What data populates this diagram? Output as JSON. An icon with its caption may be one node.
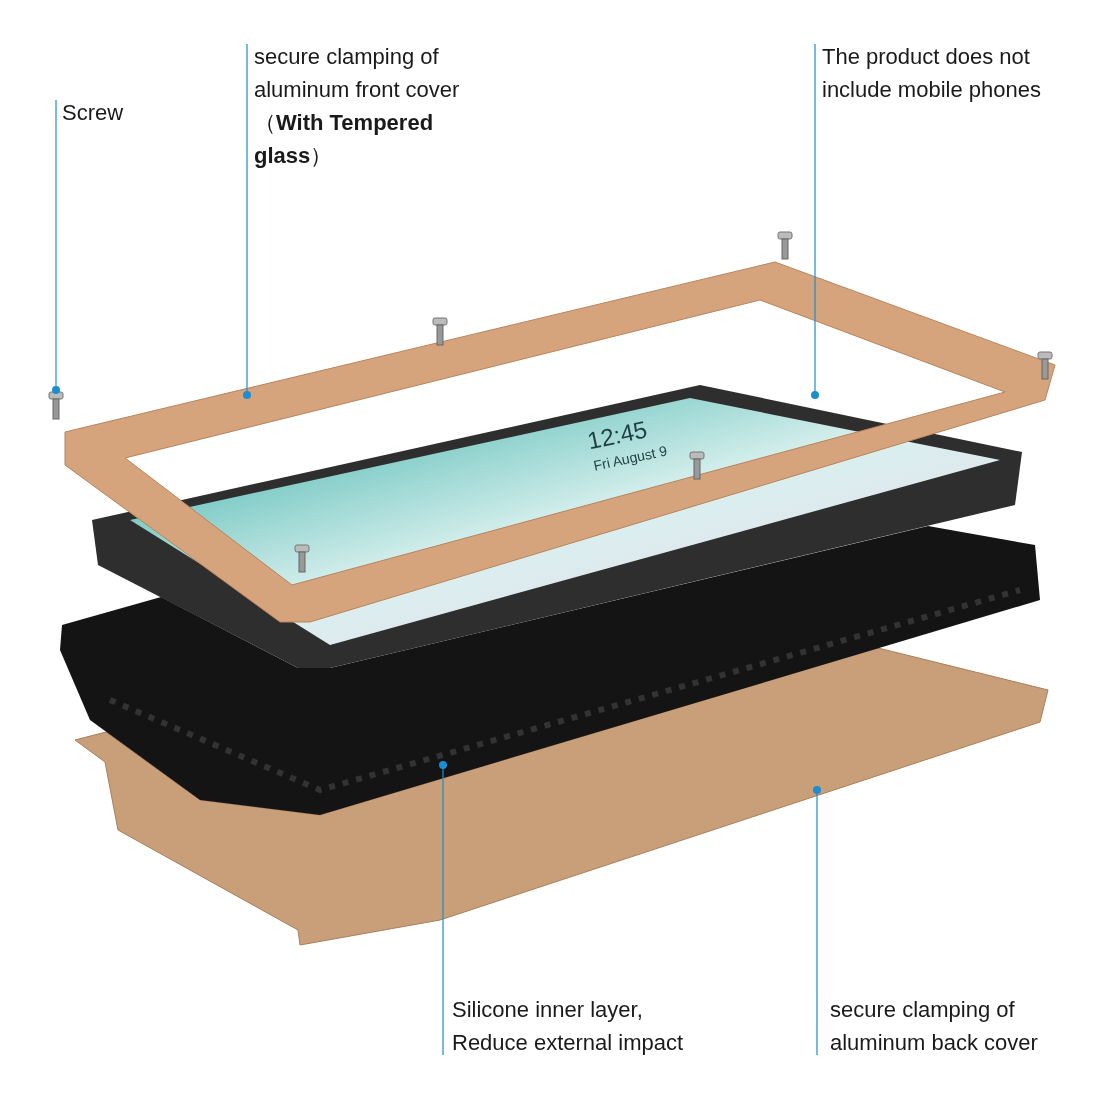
{
  "diagram": {
    "nodes": [
      {
        "text": [
          "Screw"
        ]
      },
      {
        "text": [
          "secure clamping of aluminum front cover （**With Tempered glass**）"
        ]
      },
      {
        "text": [
          "The product does not include mobile phones"
        ]
      },
      {
        "text": [
          "Silicone inner layer, Reduce external impact"
        ]
      },
      {
        "text": [
          "secure clamping of aluminum back cover"
        ]
      },
      {
        "text": [],
        "shape": "picture"
      },
      {
        "text": [],
        "shape": "picture"
      },
      {
        "text": [],
        "shape": "picture"
      },
      {
        "text": [],
        "shape": "picture"
      },
      {
        "text": [],
        "shape": "picture"
      }
    ],
    "edges": [
      {
        "from": 0,
        "to": 5,
        "arrow": "other"
      },
      {
        "from": 1,
        "to": 6,
        "arrow": "other"
      },
      {
        "from": 2,
        "to": 7,
        "arrow": "other"
      },
      {
        "from": 3,
        "to": 8,
        "arrow": "other"
      },
      {
        "from": 4,
        "to": 9,
        "arrow": "other"
      }
    ],
    "labels": [
      "12:45",
      "Fri August 9"
    ]
  }
}
